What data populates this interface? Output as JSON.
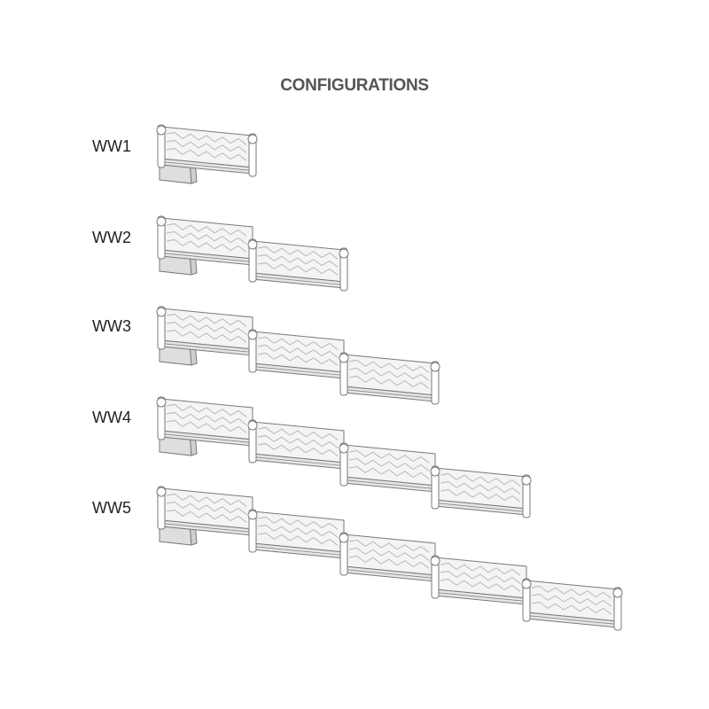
{
  "title": "CONFIGURATIONS",
  "configurations": [
    {
      "label": "WW1",
      "modules": 1
    },
    {
      "label": "WW2",
      "modules": 2
    },
    {
      "label": "WW3",
      "modules": 3
    },
    {
      "label": "WW4",
      "modules": 4
    },
    {
      "label": "WW5",
      "modules": 5
    }
  ],
  "colors": {
    "stroke": "#7a7a7a",
    "panel_fill": "#f4f4f4",
    "base_fill": "#dedede",
    "tray_fill": "#e6e6e6",
    "water": "#b8b8b8"
  }
}
